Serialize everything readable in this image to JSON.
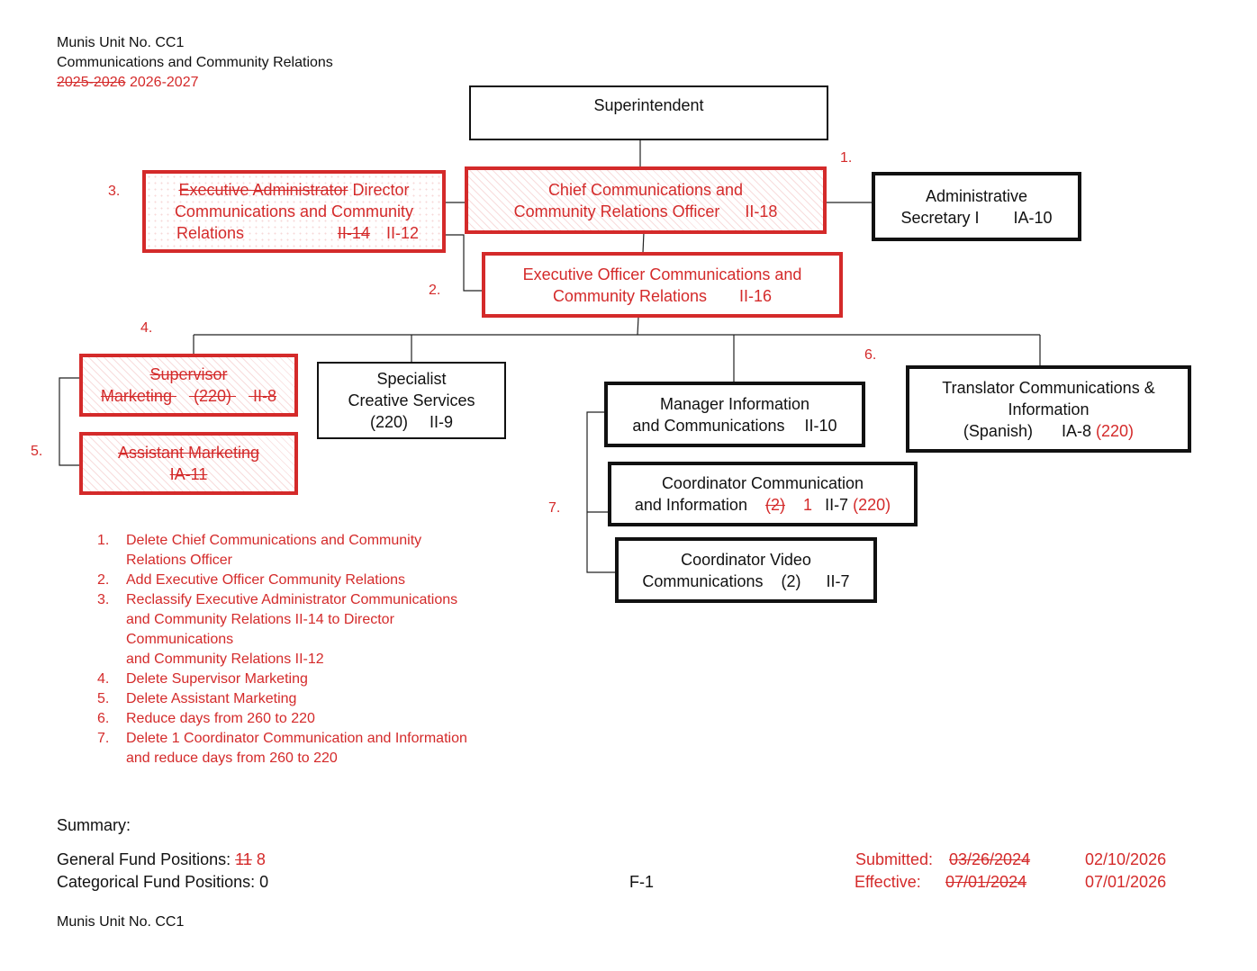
{
  "header": {
    "unit": "Munis Unit No. CC1",
    "department": "Communications and Community Relations",
    "old_year": "2025-2026",
    "new_year": "2026-2027"
  },
  "org": {
    "superintendent": "Superintendent",
    "chief": {
      "line1": "Chief Communications and",
      "line2": "Community Relations Officer",
      "grade": "II-18"
    },
    "admin_secretary": {
      "line1": "Administrative",
      "line2": "Secretary I",
      "grade": "IA-10"
    },
    "director": {
      "line1_old": "Executive Administrator",
      "line1_new": "Director",
      "line2": "Communications and Community",
      "line3": "Relations",
      "grade_old": "II-14",
      "grade_new": "II-12"
    },
    "exec_officer": {
      "line1": "Executive Officer Communications and",
      "line2": "Community Relations",
      "grade": "II-16"
    },
    "supervisor": {
      "line1": "Supervisor",
      "line2a": "Marketing",
      "line2b": "(220)",
      "grade": "II-8"
    },
    "assistant": {
      "line1": "Assistant Marketing",
      "grade": "IA-11"
    },
    "specialist": {
      "line1": "Specialist",
      "line2": "Creative Services",
      "days": "(220)",
      "grade": "II-9"
    },
    "manager": {
      "line1": "Manager Information",
      "line2": "and Communications",
      "grade": "II-10"
    },
    "translator": {
      "line1": "Translator Communications &",
      "line2": "Information",
      "line3": "(Spanish)",
      "grade": "IA-8",
      "days": "(220)"
    },
    "coord_comm": {
      "line1": "Coordinator Communication",
      "line2": "and Information",
      "count_old": "(2)",
      "count_new": "1",
      "grade": "II-7",
      "days": "(220)"
    },
    "coord_video": {
      "line1": "Coordinator Video",
      "line2": "Communications",
      "count": "(2)",
      "grade": "II-7"
    }
  },
  "markers": {
    "m1": "1.",
    "m2": "2.",
    "m3": "3.",
    "m4": "4.",
    "m5": "5.",
    "m6": "6.",
    "m7": "7."
  },
  "notes": [
    {
      "num": "1.",
      "lines": [
        "Delete Chief Communications and Community",
        "Relations Officer"
      ]
    },
    {
      "num": "2.",
      "lines": [
        "Add Executive Officer Community Relations"
      ]
    },
    {
      "num": "3.",
      "lines": [
        "Reclassify Executive Administrator Communications",
        "and Community Relations II-14 to Director",
        "Communications",
        "and Community Relations II-12"
      ]
    },
    {
      "num": "4.",
      "lines": [
        "Delete Supervisor Marketing"
      ]
    },
    {
      "num": "5.",
      "lines": [
        "Delete Assistant Marketing"
      ]
    },
    {
      "num": "6.",
      "lines": [
        "Reduce days from 260 to 220"
      ]
    },
    {
      "num": "7.",
      "lines": [
        "Delete 1 Coordinator Communication and Information",
        "and reduce days from 260 to 220"
      ]
    }
  ],
  "summary": {
    "title": "Summary:",
    "general_label": "General Fund Positions:",
    "general_old": "11",
    "general_new": "8",
    "categorical_label": "Categorical Fund Positions:",
    "categorical_value": "0"
  },
  "footer": {
    "page": "F-1",
    "submitted_label": "Submitted:",
    "submitted_old": "03/26/2024",
    "submitted_new": "02/10/2026",
    "effective_label": "Effective:",
    "effective_old": "07/01/2024",
    "effective_new": "07/01/2026",
    "unit": "Munis Unit No. CC1"
  },
  "colors": {
    "change": "#d42a2a",
    "ink": "#111111"
  }
}
